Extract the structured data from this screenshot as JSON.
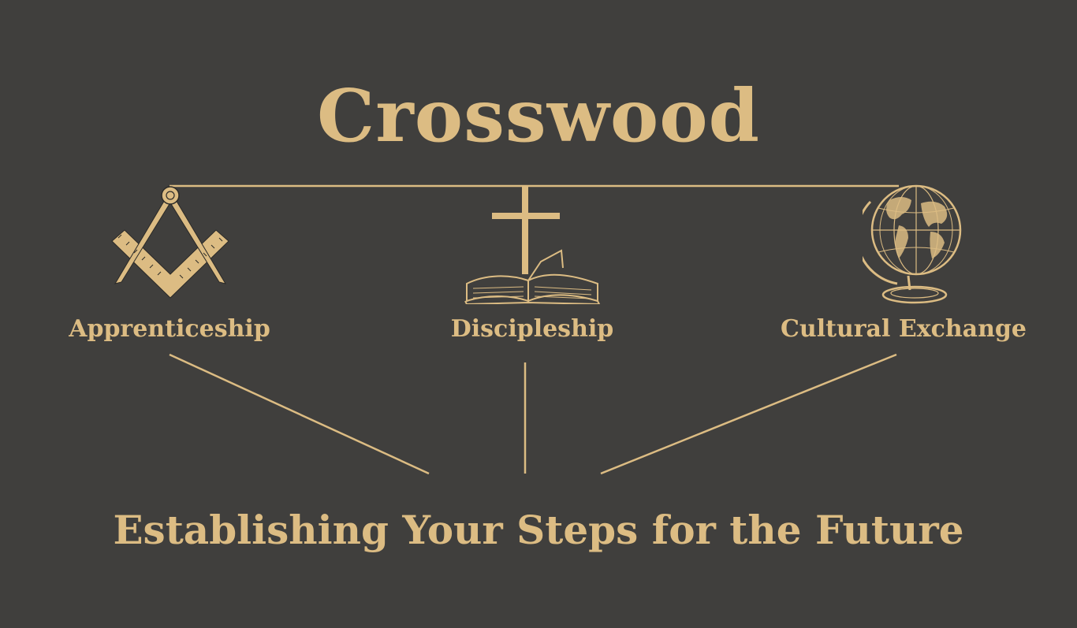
{
  "title": "Crosswood",
  "branches": [
    {
      "label": "Apprenticeship",
      "icon": "compass-and-square-icon"
    },
    {
      "label": "Discipleship",
      "icon": "cross-and-open-book-icon"
    },
    {
      "label": "Cultural Exchange",
      "icon": "globe-icon"
    }
  ],
  "tagline": "Establishing Your Steps for the Future",
  "colors": {
    "background": "#403f3d",
    "accent": "#dcbc83"
  }
}
